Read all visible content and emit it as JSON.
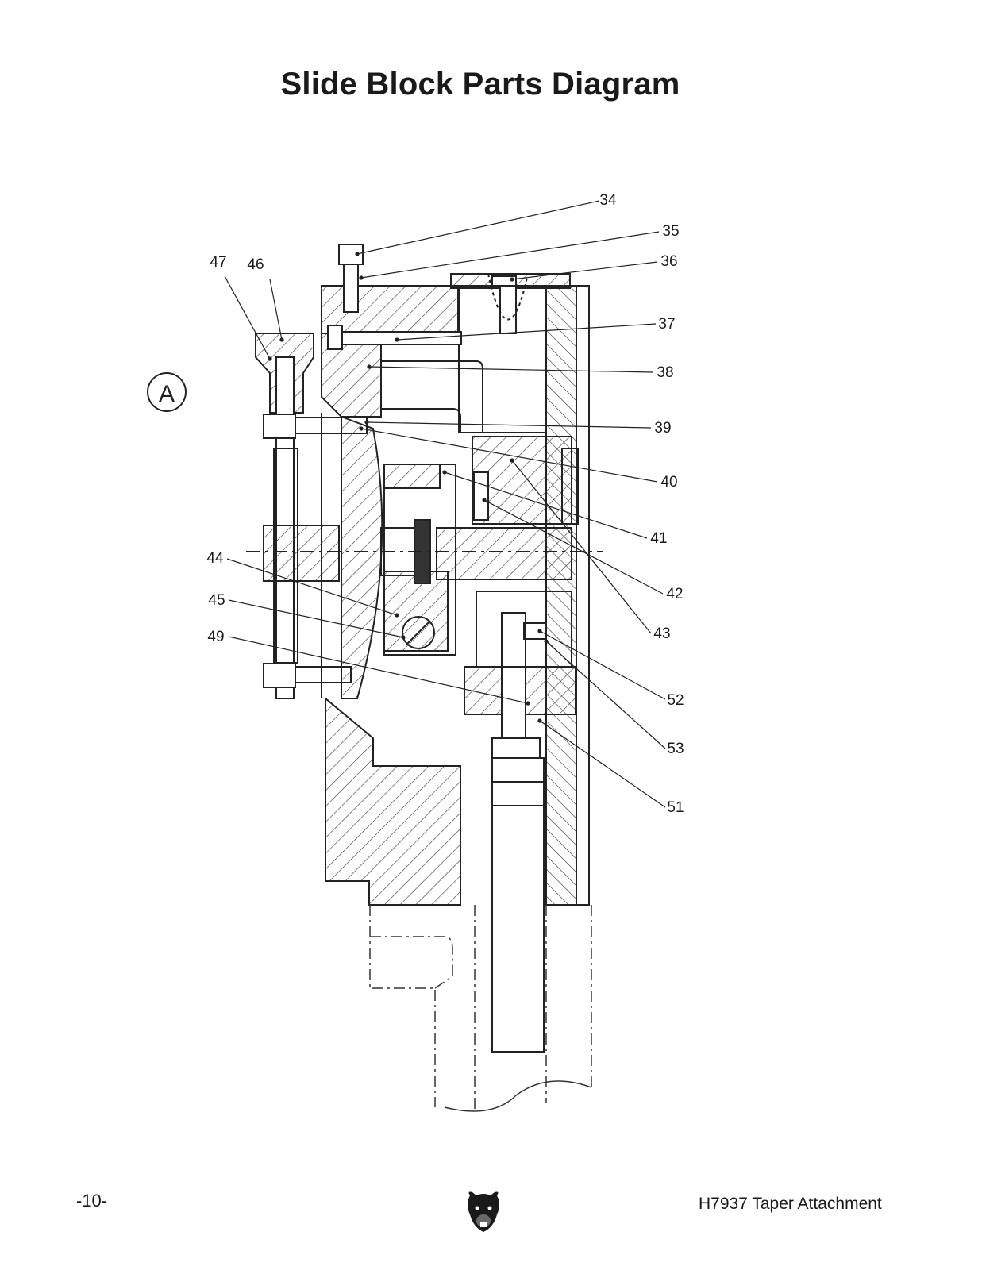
{
  "page": {
    "title": "Slide Block Parts Diagram",
    "page_number": "-10-",
    "footer_text": "H7937 Taper Attachment",
    "logo_icon": "bear-head-icon"
  },
  "diagram": {
    "view_label": "A",
    "callouts": [
      "34",
      "35",
      "36",
      "37",
      "38",
      "39",
      "40",
      "41",
      "42",
      "43",
      "44",
      "45",
      "46",
      "47",
      "49",
      "51",
      "52",
      "53"
    ]
  }
}
